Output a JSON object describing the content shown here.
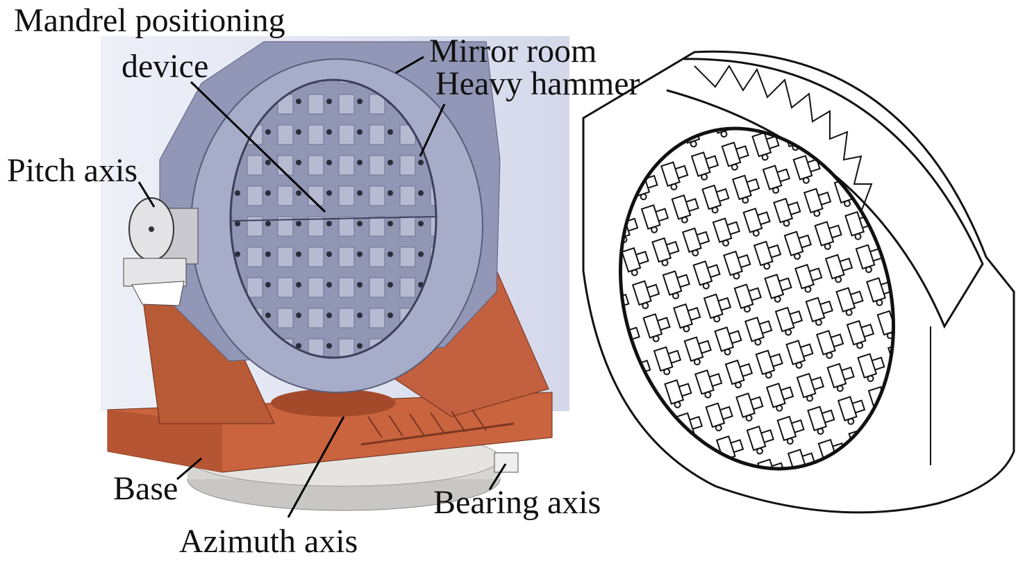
{
  "labels": {
    "mandrel_line1": "Mandrel positioning",
    "mandrel_line2": "device",
    "mirror_room": "Mirror room",
    "heavy_hammer": "Heavy hammer",
    "pitch_axis": "Pitch axis",
    "base": "Base",
    "bearing_axis": "Bearing axis",
    "azimuth_axis": "Azimuth axis"
  },
  "colors": {
    "mirror_room": "#a7acc9",
    "base": "#c2603f",
    "background_panel": "#dfe1ef",
    "line_drawing": "#111111"
  }
}
